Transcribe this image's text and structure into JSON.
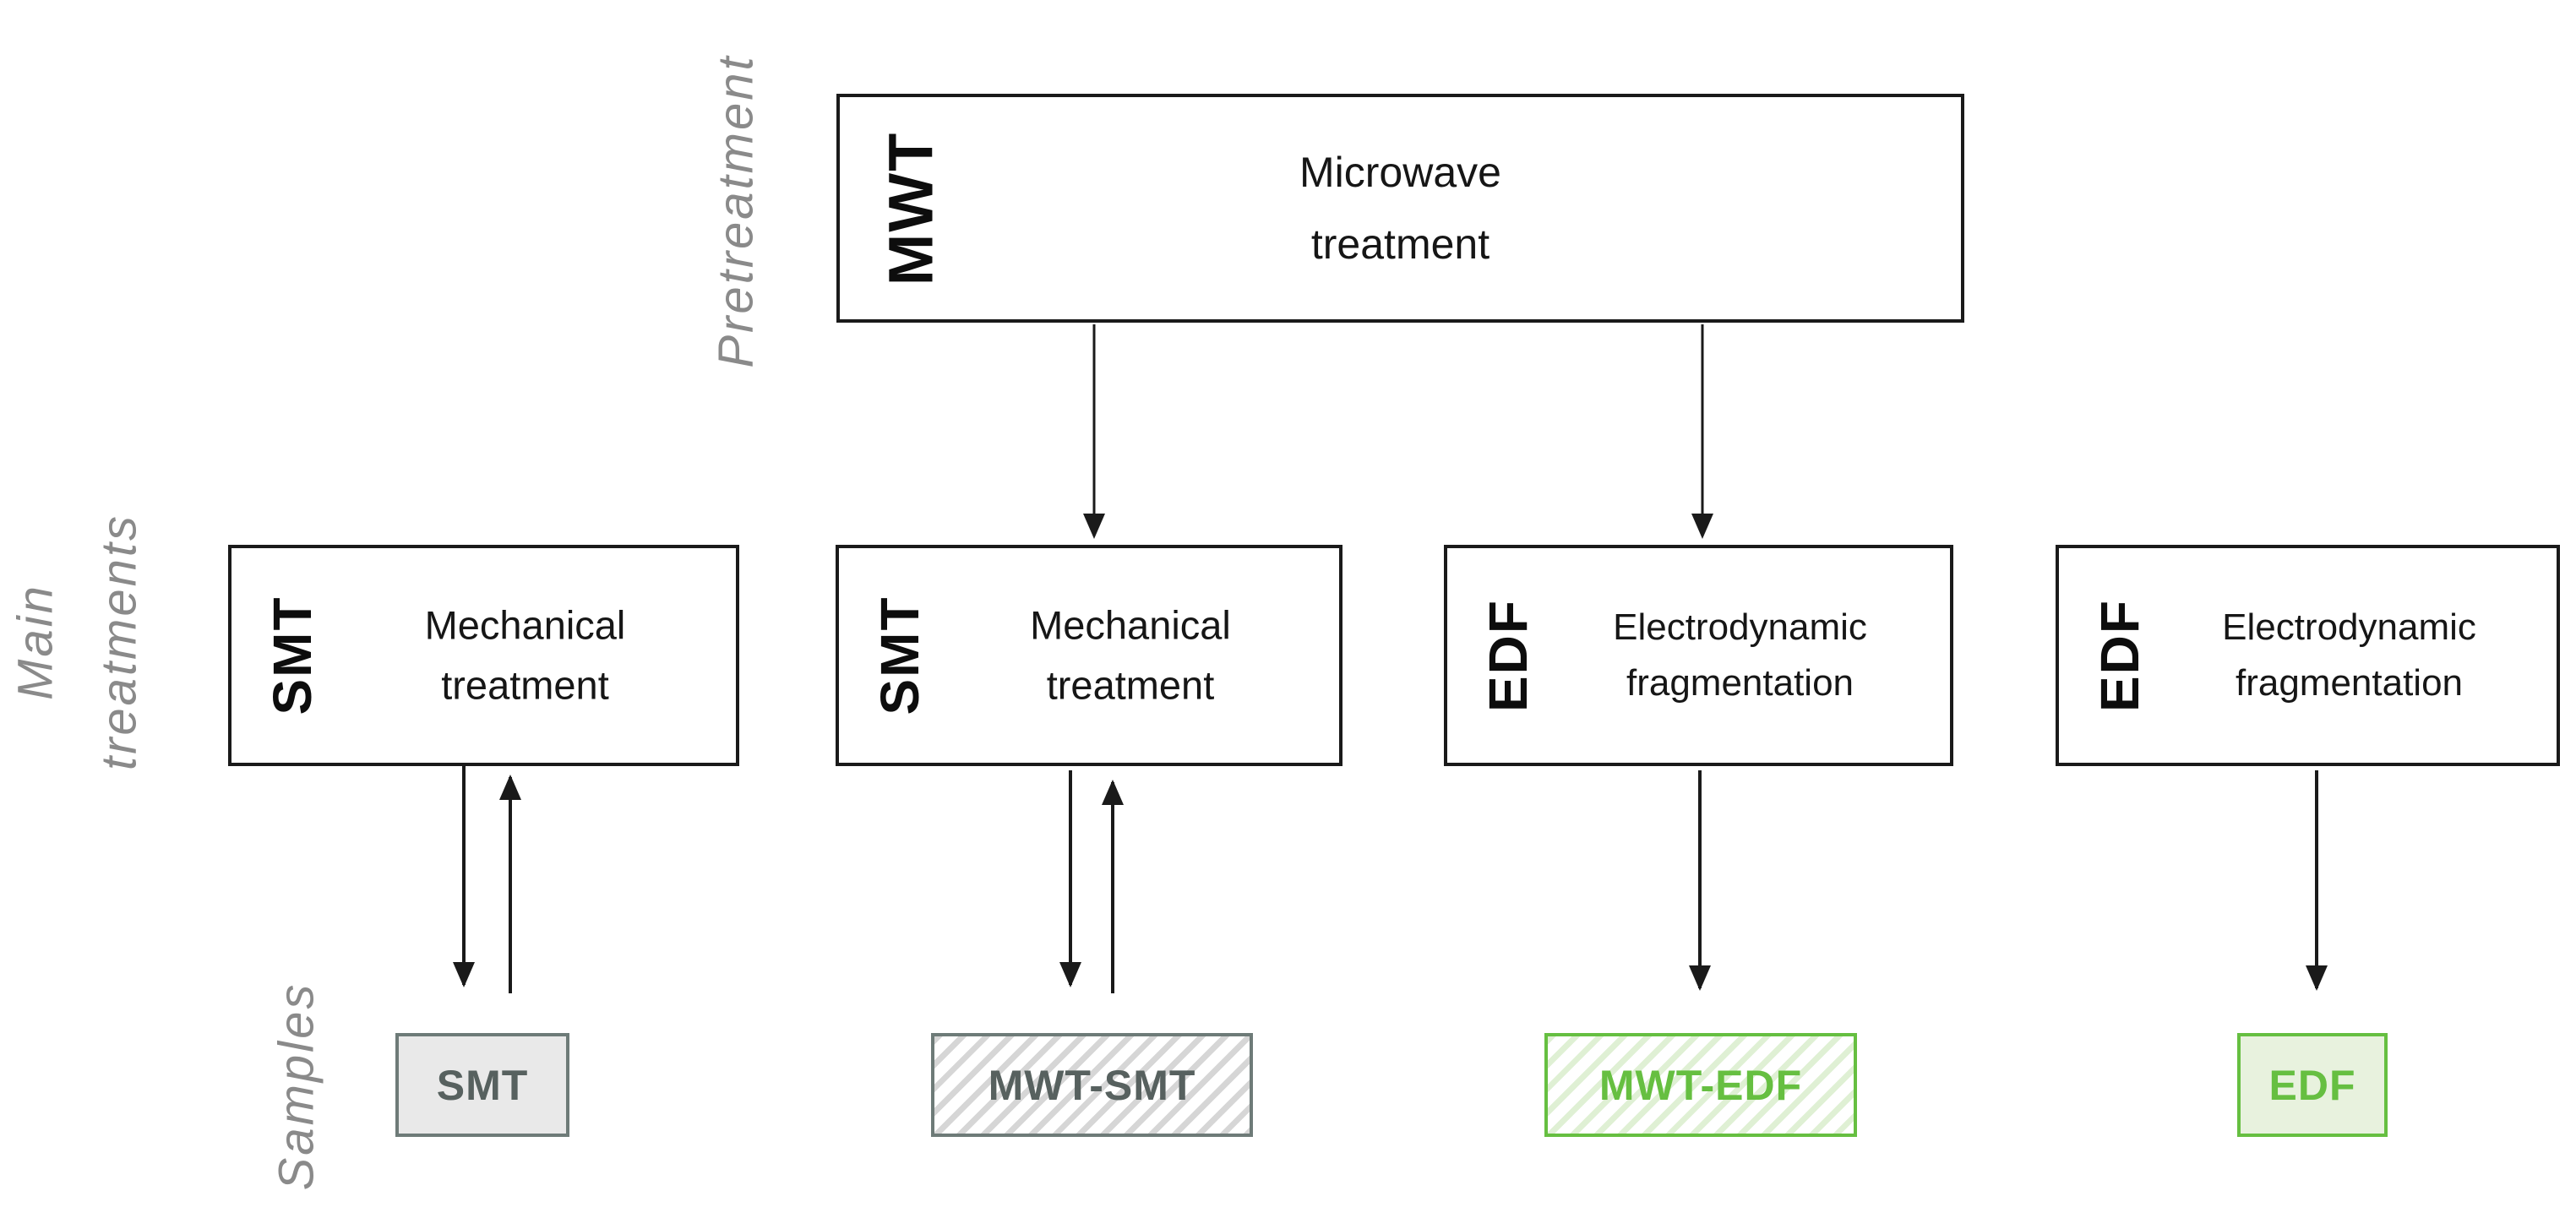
{
  "figure": {
    "side_labels": {
      "pretreatment": "Pretreatment",
      "main_line1": "Main",
      "main_line2": "treatments",
      "samples": "Samples"
    },
    "pretreatment_box": {
      "abbr": "MWT",
      "line1": "Microwave",
      "line2": "treatment"
    },
    "treatment_boxes": [
      {
        "abbr": "SMT",
        "line1": "Mechanical",
        "line2": "treatment"
      },
      {
        "abbr": "SMT",
        "line1": "Mechanical",
        "line2": "treatment"
      },
      {
        "abbr": "EDF",
        "line1": "Electrodynamic",
        "line2": "fragmentation"
      },
      {
        "abbr": "EDF",
        "line1": "Electrodynamic",
        "line2": "fragmentation"
      }
    ],
    "samples": [
      {
        "label": "SMT",
        "style": "solid-gray"
      },
      {
        "label": "MWT-SMT",
        "style": "hatched-gray"
      },
      {
        "label": "MWT-EDF",
        "style": "hatched-green"
      },
      {
        "label": "EDF",
        "style": "solid-green"
      }
    ],
    "colors": {
      "line_black": "#1a1a1a",
      "label_gray": "#8a8a8a",
      "sample_gray_fill": "#e9e9e9",
      "sample_gray_border": "#6e7b78",
      "sample_gray_text": "#57615f",
      "green": "#66bf41",
      "green_fill": "#e8f2de",
      "green_hatch": "#dff0d4",
      "gray_hatch": "#d6d6d6"
    }
  }
}
